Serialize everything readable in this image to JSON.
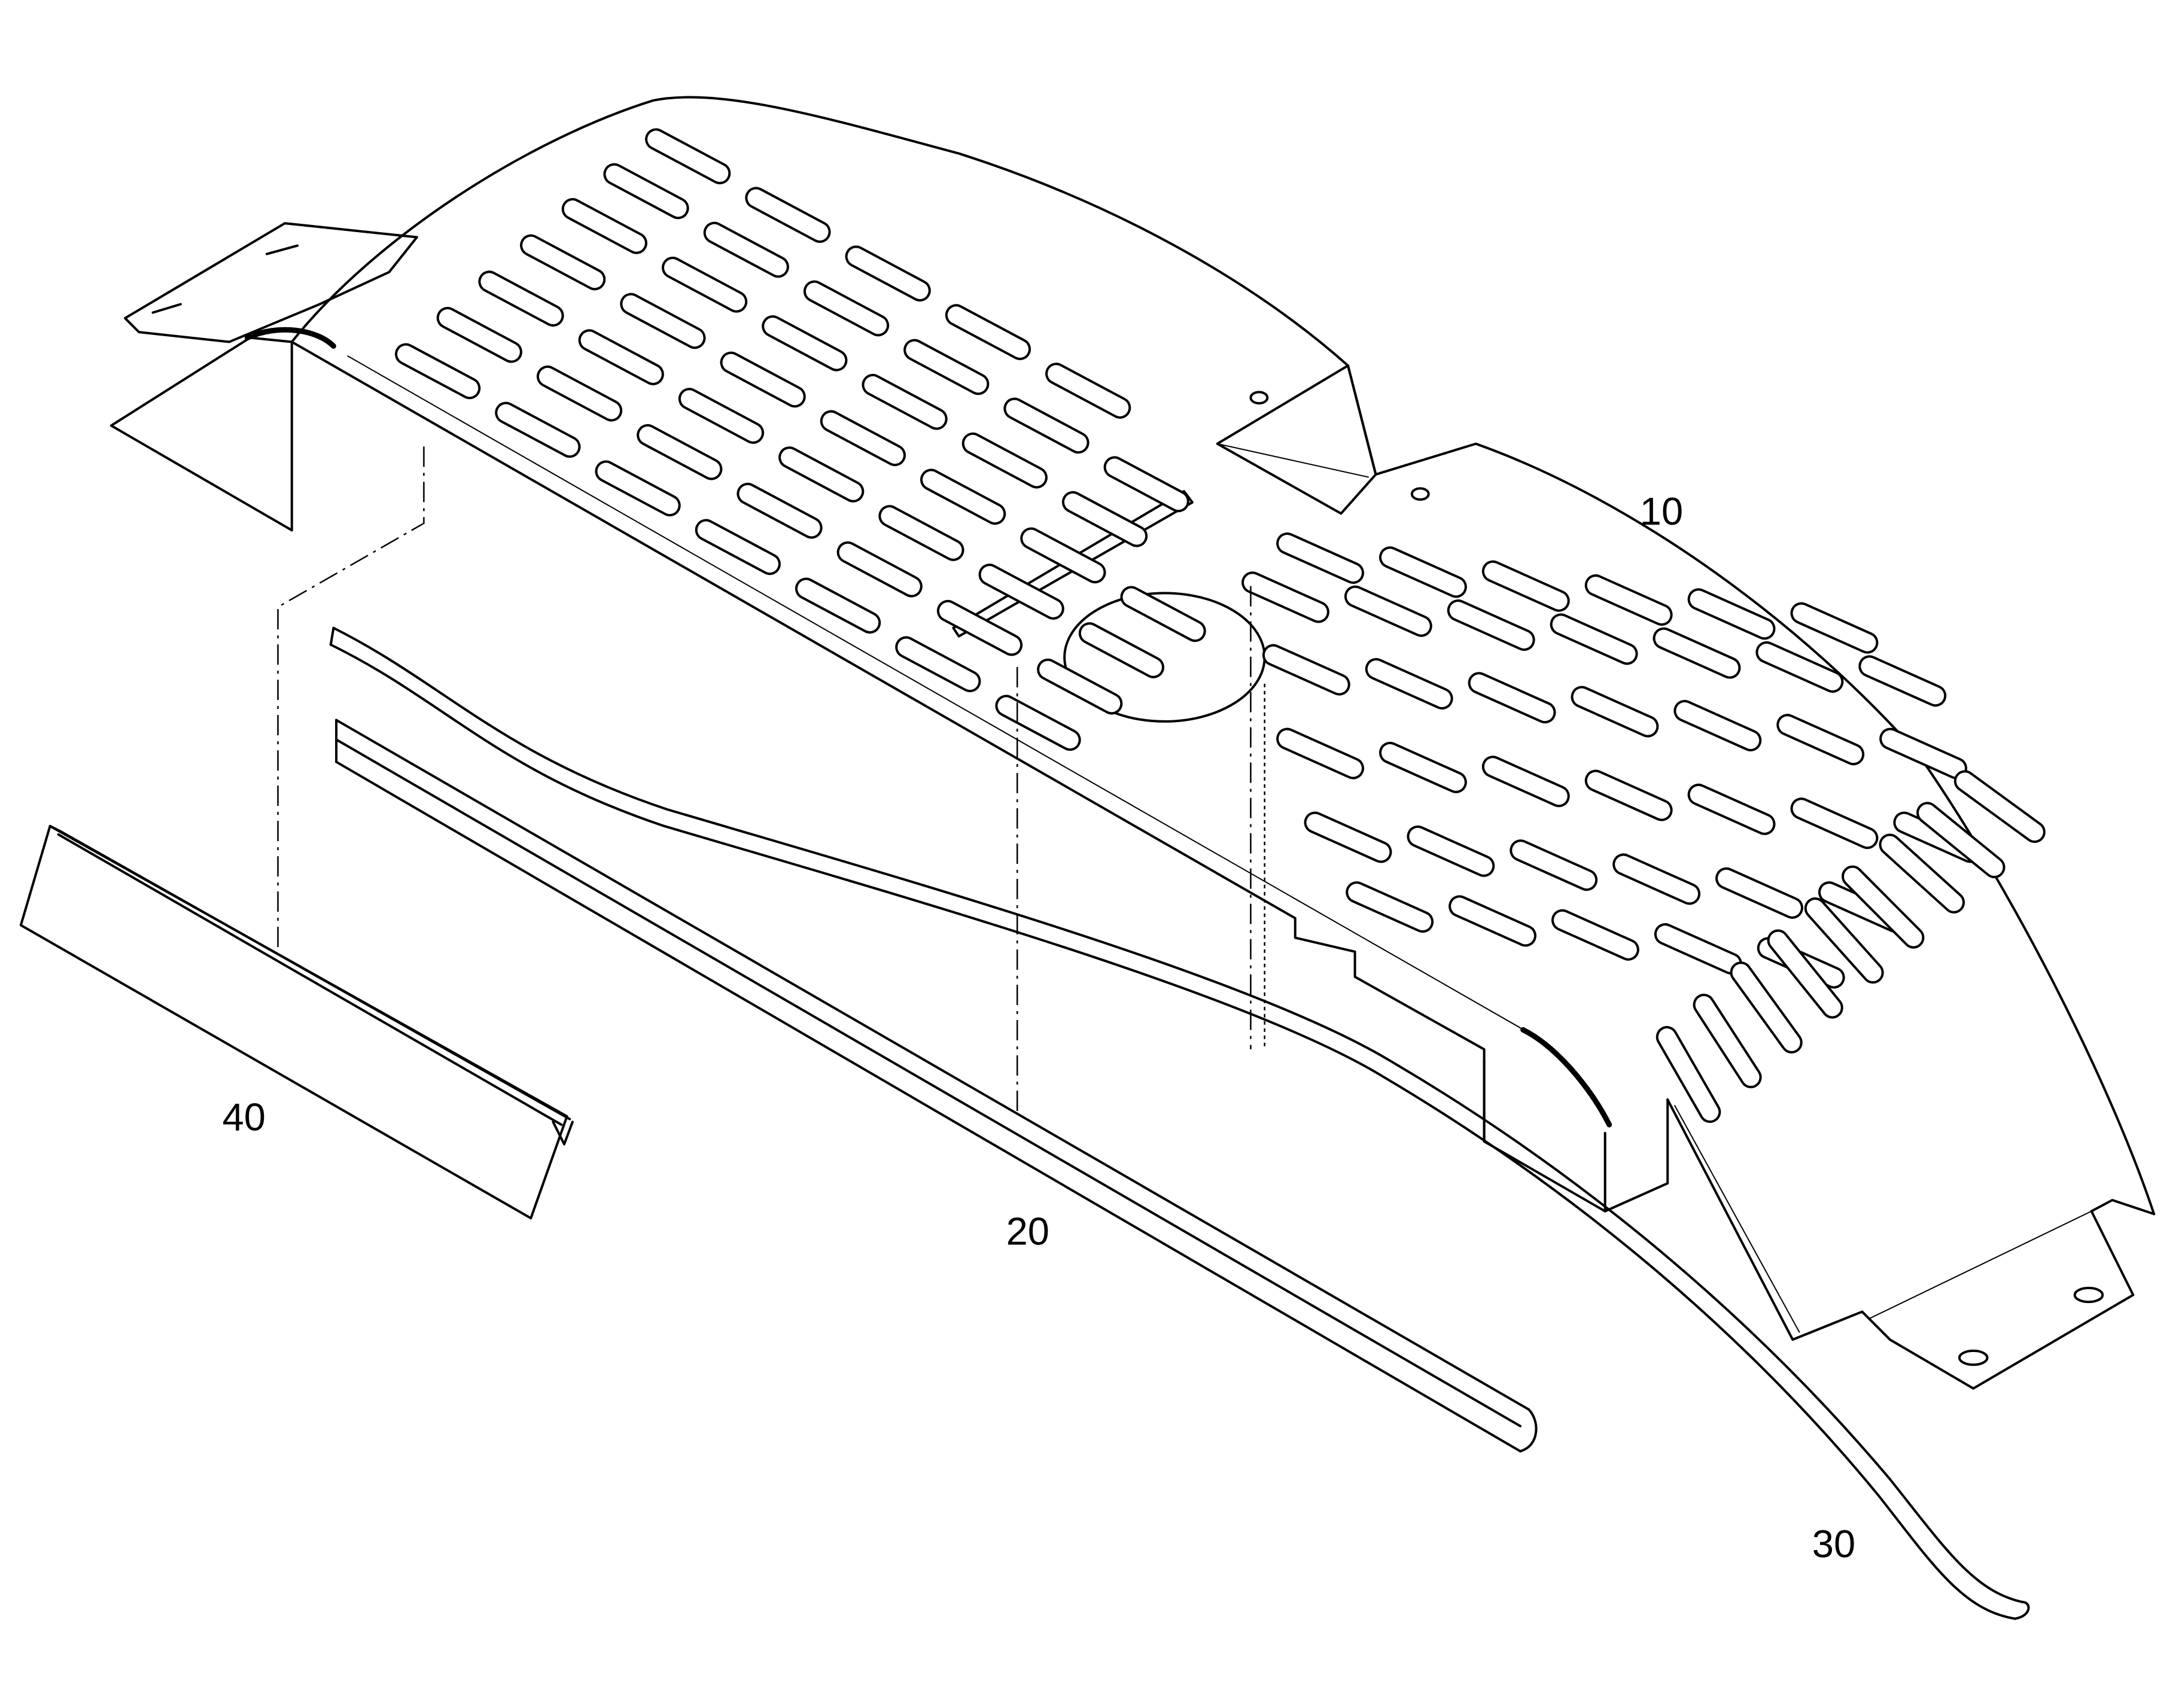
{
  "callouts": {
    "part_10": "10",
    "part_20": "20",
    "part_30": "30",
    "part_40": "40"
  },
  "colors": {
    "line": "#000000",
    "background": "#ffffff"
  }
}
